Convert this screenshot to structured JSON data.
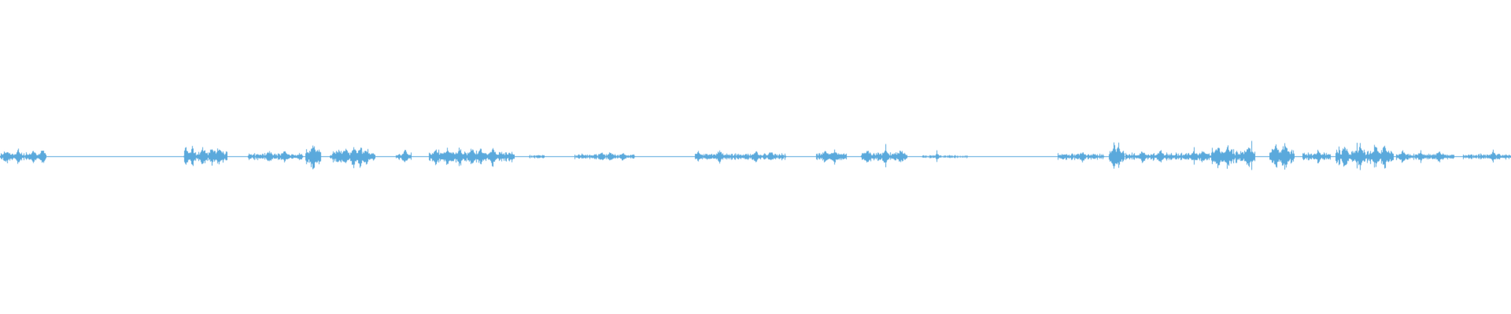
{
  "waveform": {
    "color": "#5aa9dc",
    "baseline_color": "#5aa9dc",
    "segments": [
      {
        "start": 0.0,
        "end": 0.03,
        "amp": 0.015,
        "peaks": [
          0.004,
          0.012,
          0.022,
          0.028
        ]
      },
      {
        "start": 0.122,
        "end": 0.15,
        "amp": 0.02,
        "peaks": [
          0.123,
          0.127,
          0.134,
          0.14,
          0.145
        ]
      },
      {
        "start": 0.164,
        "end": 0.2,
        "amp": 0.012,
        "peaks": [
          0.178,
          0.188
        ]
      },
      {
        "start": 0.202,
        "end": 0.212,
        "amp": 0.03,
        "peaks": [
          0.207
        ]
      },
      {
        "start": 0.218,
        "end": 0.222,
        "amp": 0.008,
        "peaks": []
      },
      {
        "start": 0.22,
        "end": 0.248,
        "amp": 0.022,
        "peaks": [
          0.228,
          0.234,
          0.238,
          0.242
        ]
      },
      {
        "start": 0.262,
        "end": 0.272,
        "amp": 0.015,
        "peaks": [
          0.268
        ]
      },
      {
        "start": 0.284,
        "end": 0.34,
        "amp": 0.02,
        "peaks": [
          0.288,
          0.296,
          0.304,
          0.312,
          0.318,
          0.326
        ]
      },
      {
        "start": 0.35,
        "end": 0.36,
        "amp": 0.006,
        "peaks": []
      },
      {
        "start": 0.38,
        "end": 0.42,
        "amp": 0.01,
        "peaks": [
          0.398,
          0.404,
          0.412
        ]
      },
      {
        "start": 0.46,
        "end": 0.52,
        "amp": 0.012,
        "peaks": [
          0.462,
          0.476,
          0.5,
          0.51
        ]
      },
      {
        "start": 0.54,
        "end": 0.56,
        "amp": 0.014,
        "peaks": [
          0.546,
          0.552
        ]
      },
      {
        "start": 0.57,
        "end": 0.6,
        "amp": 0.016,
        "peaks": [
          0.574,
          0.586,
          0.596
        ]
      },
      {
        "start": 0.61,
        "end": 0.64,
        "amp": 0.006,
        "peaks": []
      },
      {
        "start": 0.7,
        "end": 0.73,
        "amp": 0.012,
        "peaks": [
          0.716
        ]
      },
      {
        "start": 0.734,
        "end": 0.744,
        "amp": 0.025,
        "peaks": [
          0.737,
          0.74
        ]
      },
      {
        "start": 0.745,
        "end": 0.8,
        "amp": 0.014,
        "peaks": [
          0.756,
          0.768,
          0.79,
          0.796
        ]
      },
      {
        "start": 0.802,
        "end": 0.83,
        "amp": 0.025,
        "peaks": [
          0.806,
          0.812,
          0.826
        ]
      },
      {
        "start": 0.84,
        "end": 0.856,
        "amp": 0.03,
        "peaks": [
          0.844,
          0.85
        ]
      },
      {
        "start": 0.862,
        "end": 0.88,
        "amp": 0.014,
        "peaks": [
          0.872
        ]
      },
      {
        "start": 0.884,
        "end": 0.922,
        "amp": 0.025,
        "peaks": [
          0.89,
          0.9,
          0.91,
          0.916
        ]
      },
      {
        "start": 0.924,
        "end": 0.962,
        "amp": 0.012,
        "peaks": [
          0.928,
          0.94,
          0.952
        ]
      },
      {
        "start": 0.968,
        "end": 1.0,
        "amp": 0.01,
        "peaks": [
          0.988
        ]
      }
    ],
    "spikes": [
      {
        "pos": 0.123,
        "amp": 0.03
      },
      {
        "pos": 0.144,
        "amp": 0.026
      },
      {
        "pos": 0.207,
        "amp": 0.035
      },
      {
        "pos": 0.234,
        "amp": 0.03
      },
      {
        "pos": 0.29,
        "amp": 0.022
      },
      {
        "pos": 0.318,
        "amp": 0.022
      },
      {
        "pos": 0.462,
        "amp": 0.018
      },
      {
        "pos": 0.546,
        "amp": 0.018
      },
      {
        "pos": 0.586,
        "amp": 0.04
      },
      {
        "pos": 0.62,
        "amp": 0.02
      },
      {
        "pos": 0.737,
        "amp": 0.045
      },
      {
        "pos": 0.79,
        "amp": 0.03
      },
      {
        "pos": 0.802,
        "amp": 0.028
      },
      {
        "pos": 0.828,
        "amp": 0.05
      },
      {
        "pos": 0.886,
        "amp": 0.032
      },
      {
        "pos": 0.898,
        "amp": 0.044
      },
      {
        "pos": 0.928,
        "amp": 0.02
      },
      {
        "pos": 0.988,
        "amp": 0.022
      }
    ]
  }
}
